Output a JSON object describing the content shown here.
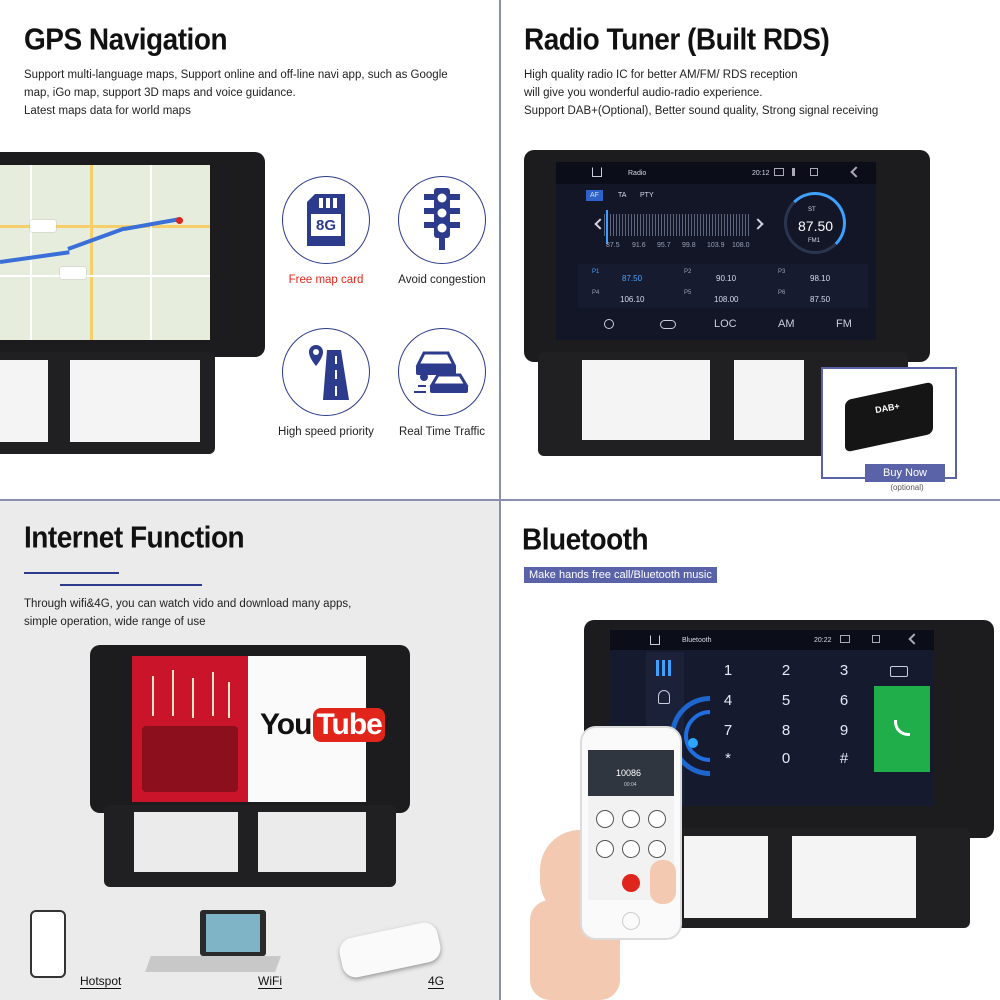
{
  "gps": {
    "title": "GPS Navigation",
    "desc_lines": [
      "Support multi-language maps, Support online and off-line navi app, such as Google",
      "map, iGo map, support 3D maps and voice guidance.",
      "Latest maps data for world maps"
    ],
    "features": [
      {
        "label": "Free map card",
        "icon": "sd-card-8g-icon",
        "icon_text": "8G"
      },
      {
        "label": "Avoid congestion",
        "icon": "traffic-light-icon"
      },
      {
        "label": "High speed priority",
        "icon": "highway-pin-icon"
      },
      {
        "label": "Real Time Traffic",
        "icon": "cars-traffic-icon"
      }
    ]
  },
  "radio": {
    "title": "Radio Tuner (Built RDS)",
    "desc_lines": [
      "High quality radio IC for better AM/FM/ RDS reception",
      "will give you wonderful audio-radio experience.",
      "Support DAB+(Optional), Better sound quality, Strong signal receiving"
    ],
    "status_title": "Radio",
    "time": "20:12",
    "tabs": [
      "AF",
      "TA",
      "PTY"
    ],
    "scale": [
      "87.5",
      "91.6",
      "95.7",
      "99.8",
      "103.9",
      "108.0"
    ],
    "st": "ST",
    "freq": "87.50",
    "band": "FM1",
    "presets": [
      {
        "tag": "P1",
        "value": "87.50"
      },
      {
        "tag": "P2",
        "value": "90.10"
      },
      {
        "tag": "P3",
        "value": "98.10"
      },
      {
        "tag": "P4",
        "value": "106.10"
      },
      {
        "tag": "P5",
        "value": "108.00"
      },
      {
        "tag": "P6",
        "value": "87.50"
      }
    ],
    "bottom": [
      "LOC",
      "AM",
      "FM"
    ],
    "buy_label": "Buy Now",
    "optional": "(optional)",
    "dab_label": "DAB+"
  },
  "internet": {
    "title": "Internet Function",
    "desc_lines": [
      "Through wifi&4G, you can watch vido and download many apps,",
      "simple operation, wide range of use"
    ],
    "yt_you": "You",
    "yt_tube": "Tube",
    "devices": [
      "Hotspot",
      "WiFi",
      "4G"
    ]
  },
  "bluetooth": {
    "title": "Bluetooth",
    "tag": "Make hands free call/Bluetooth music",
    "status_title": "Bluetooth",
    "time": "20:22",
    "keys": [
      "1",
      "2",
      "3",
      "4",
      "5",
      "6",
      "7",
      "8",
      "9",
      "*",
      "0",
      "#"
    ],
    "phone_number": "10086",
    "phone_timer": "00:04"
  },
  "colors": {
    "accent": "#2c3b8c",
    "tag": "#5a63a8",
    "red": "#e0261c",
    "call_green": "#1fae4a"
  }
}
